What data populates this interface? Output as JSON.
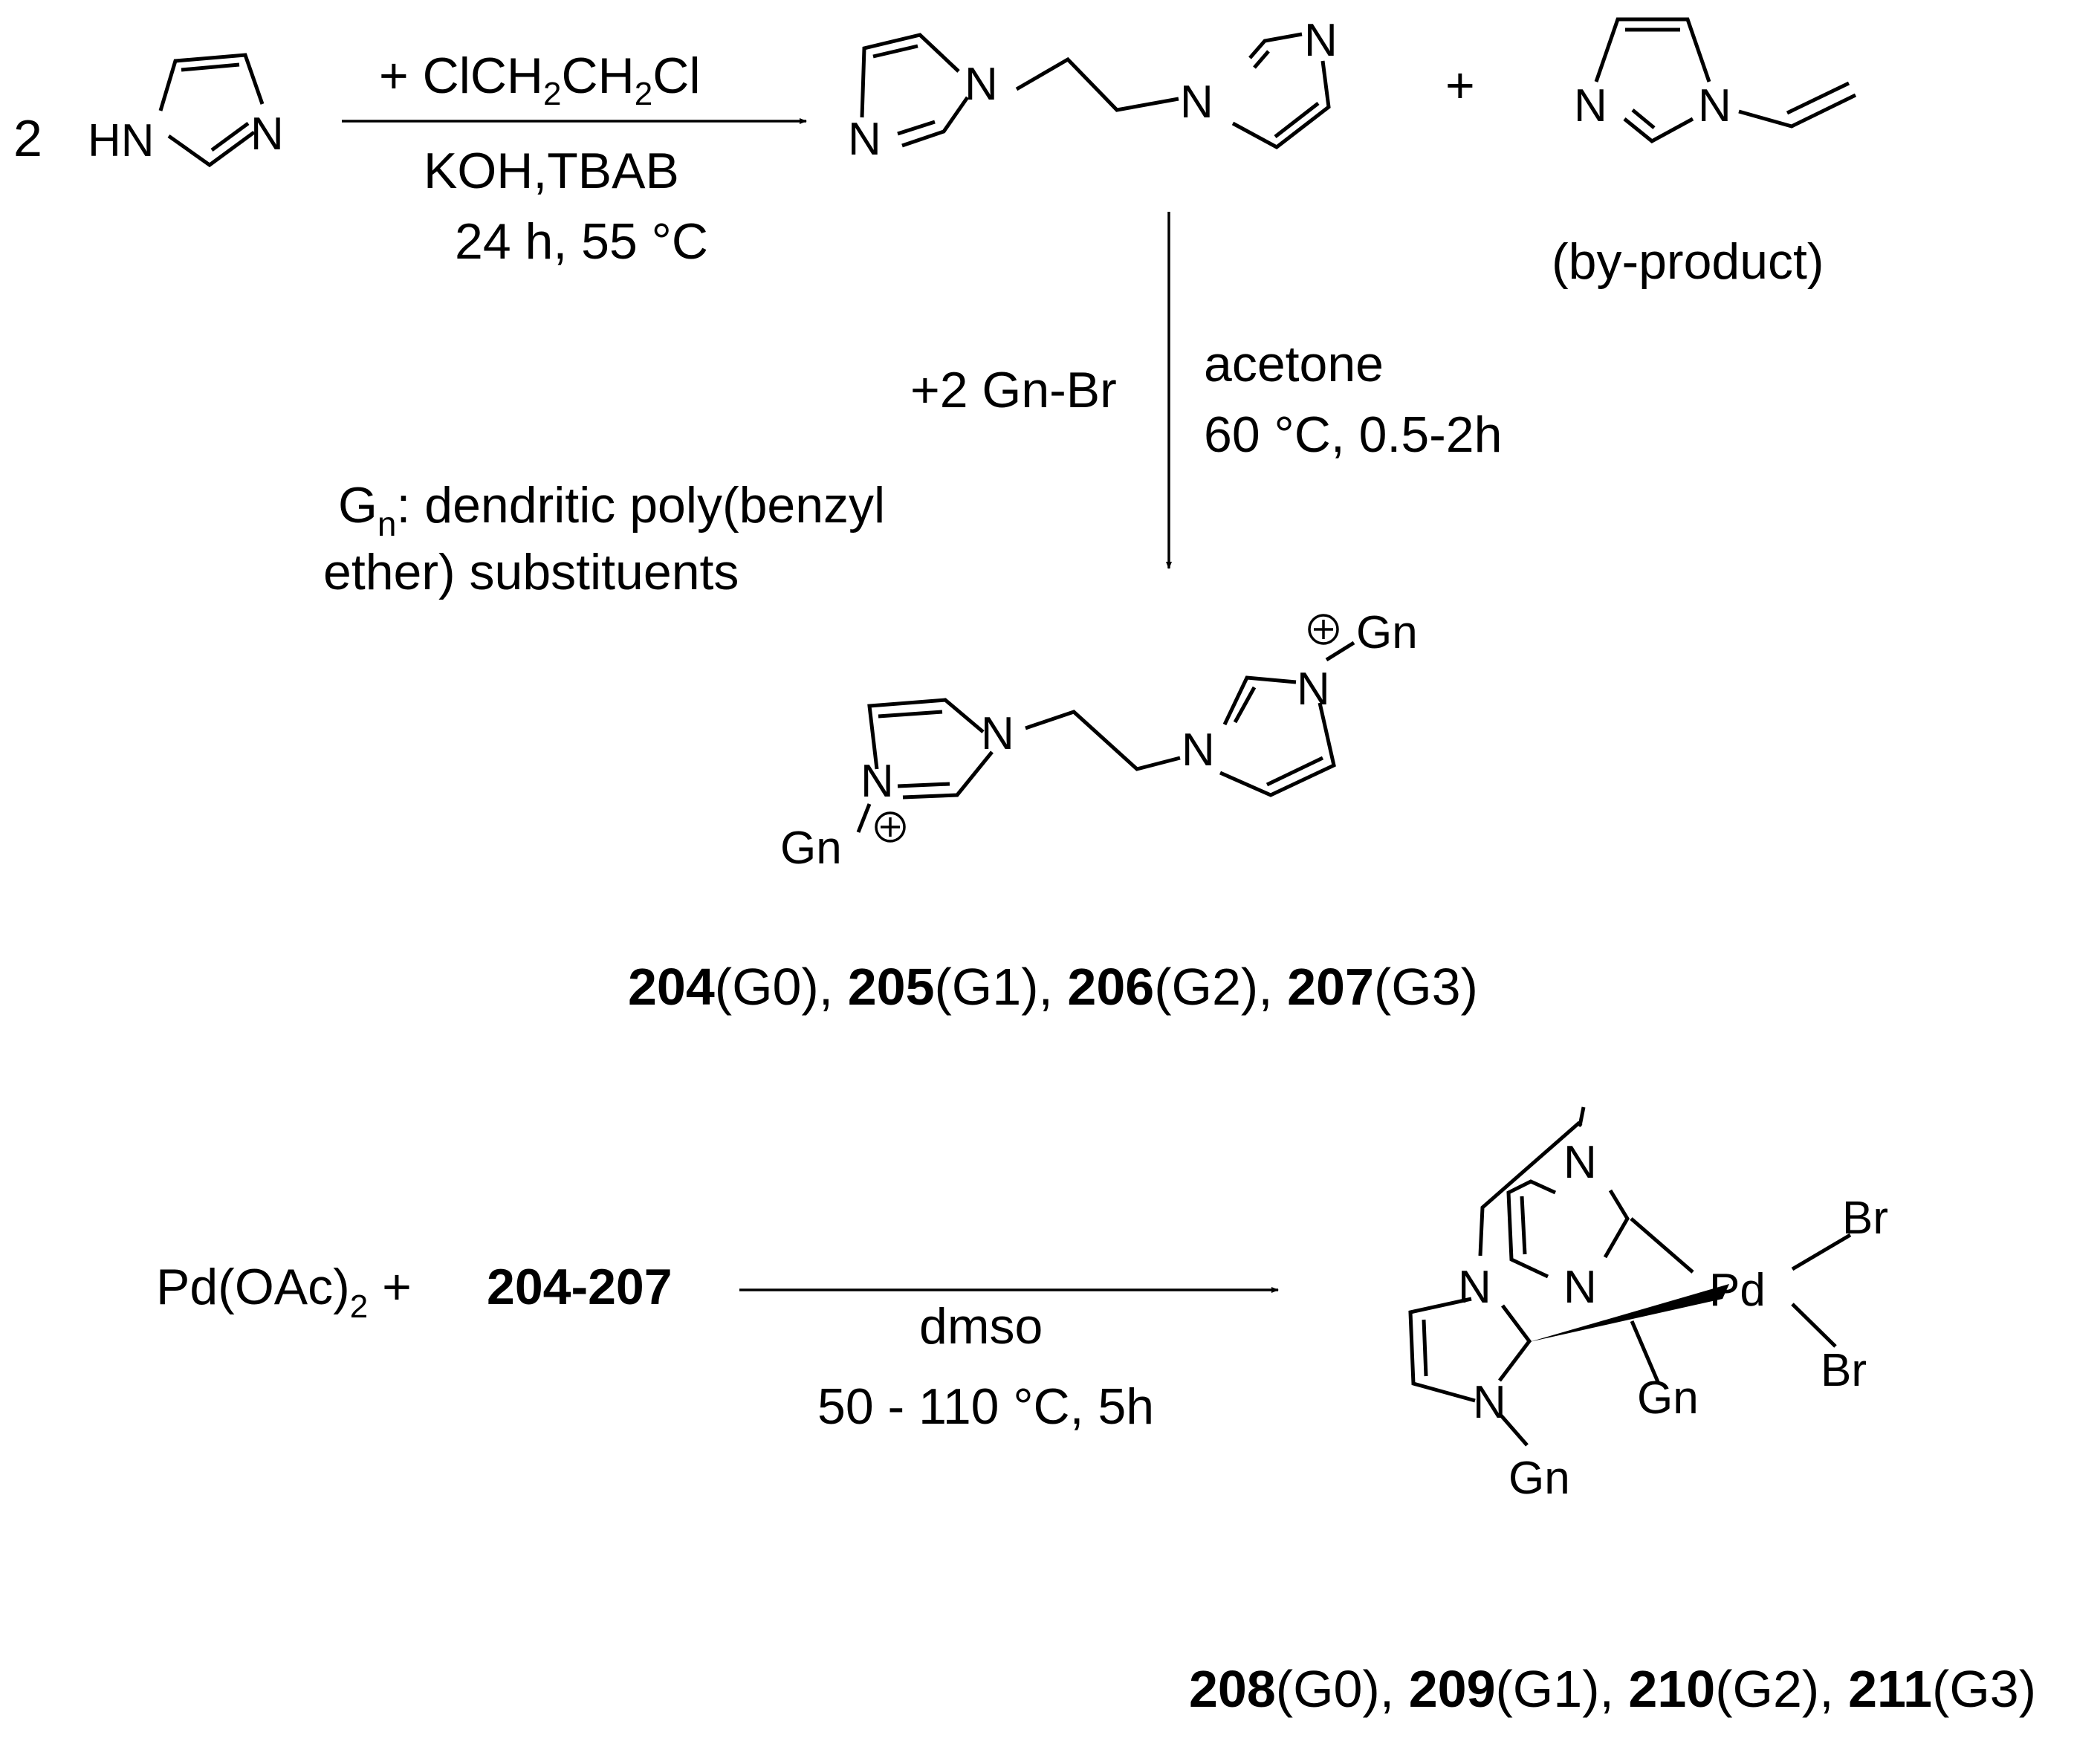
{
  "step1": {
    "coefficient": "2",
    "reagent": {
      "prefix": "+ ClCH",
      "sub1": "2",
      "mid": "CH",
      "sub2": "2",
      "suffix": "Cl"
    },
    "conditions": [
      "KOH,TBAB",
      "24 h, 55 °C"
    ],
    "plus": "+",
    "byproduct_label": "(by-product)"
  },
  "step2": {
    "reagent": "+2 Gn-Br",
    "conditions": [
      "acetone",
      "60 °C, 0.5-2h"
    ],
    "note": {
      "G": "G",
      "n": "n",
      "line1_rest": ": dendritic poly(benzyl",
      "line2": "ether) substituents"
    },
    "product_compounds": [
      {
        "id": "204",
        "gen": "(G0)",
        "sep": ", "
      },
      {
        "id": "205",
        "gen": "(G1)",
        "sep": ", "
      },
      {
        "id": "206",
        "gen": "(G2)",
        "sep": ", "
      },
      {
        "id": "207",
        "gen": "(G3)",
        "sep": ""
      }
    ]
  },
  "step3": {
    "reagent": {
      "main": "Pd(OAc)",
      "sub": "2",
      "plus": " + "
    },
    "range": "204-207",
    "conditions": [
      "dmso",
      "50 - 110 °C, 5h"
    ],
    "product_compounds": [
      {
        "id": "208",
        "gen": "(G0)",
        "sep": ", "
      },
      {
        "id": "209",
        "gen": "(G1)",
        "sep": ", "
      },
      {
        "id": "210",
        "gen": "(G2)",
        "sep": ", "
      },
      {
        "id": "211",
        "gen": "(G3)",
        "sep": ""
      }
    ]
  },
  "atoms": {
    "HN": "HN",
    "N": "N",
    "Gn": "Gn",
    "Pd": "Pd",
    "Br": "Br"
  }
}
